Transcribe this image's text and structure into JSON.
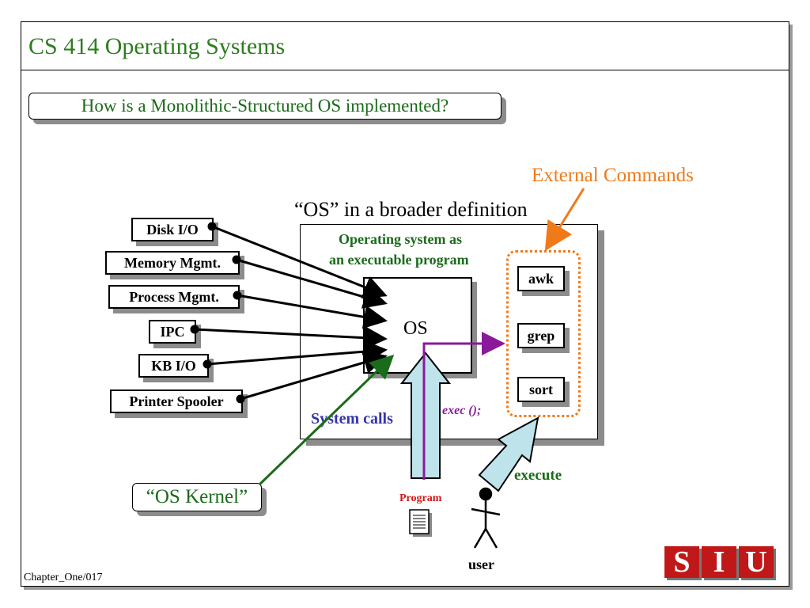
{
  "slide_title": "CS 414 Operating Systems",
  "question": "How is a Monolithic-Structured OS implemented?",
  "labels": {
    "external_commands": "External Commands",
    "broader_definition": "“OS” in a broader definition",
    "os_exec_line1": "Operating system as",
    "os_exec_line2": "an executable program",
    "os": "OS",
    "system_calls": "System calls",
    "exec": "exec ();",
    "execute": "execute",
    "program": "Program",
    "user": "user",
    "os_kernel": "“OS Kernel”"
  },
  "modules": [
    "Disk I/O",
    "Memory Mgmt.",
    "Process Mgmt.",
    "IPC",
    "KB I/O",
    "Printer Spooler"
  ],
  "commands": [
    "awk",
    "grep",
    "sort"
  ],
  "footer": "Chapter_One/017",
  "logo": [
    "S",
    "I",
    "U"
  ]
}
